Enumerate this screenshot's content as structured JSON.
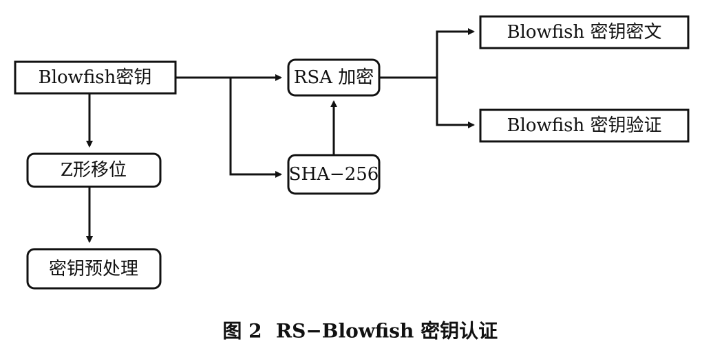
{
  "diagram": {
    "nodes": {
      "blowfish_key": "Blowfish密钥",
      "z_shift": "Z形移位",
      "key_preprocess": "密钥预处理",
      "rsa_encrypt": "RSA 加密",
      "sha256": "SHA−256",
      "blowfish_ciphertext": "Blowfish 密钥密文",
      "blowfish_verify": "Blowfish 密钥验证"
    },
    "edges": [
      {
        "from": "blowfish_key",
        "to": "z_shift"
      },
      {
        "from": "z_shift",
        "to": "key_preprocess"
      },
      {
        "from": "blowfish_key",
        "to": "rsa_encrypt"
      },
      {
        "from": "blowfish_key",
        "to": "sha256"
      },
      {
        "from": "sha256",
        "to": "rsa_encrypt"
      },
      {
        "from": "rsa_encrypt",
        "to": "blowfish_ciphertext"
      },
      {
        "from": "rsa_encrypt",
        "to": "blowfish_verify"
      }
    ],
    "caption": {
      "figure_number": "图 2",
      "title": "RS−Blowfish 密钥认证"
    }
  }
}
